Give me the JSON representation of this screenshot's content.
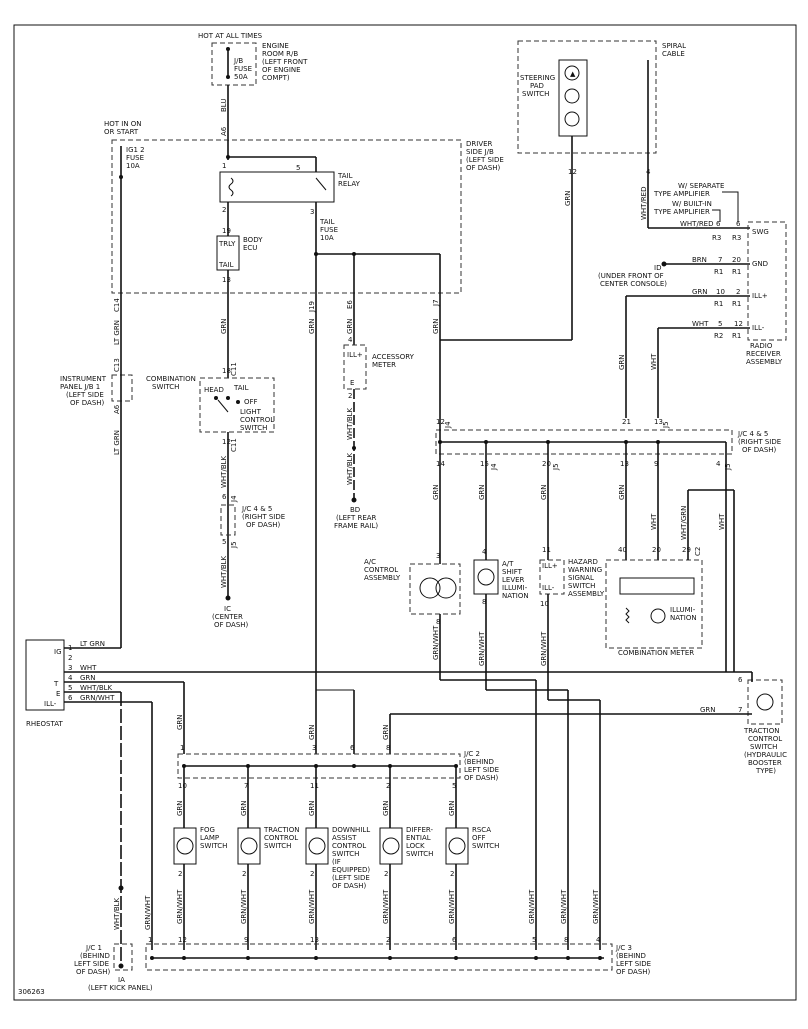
{
  "figure_id": "306263",
  "labels": {
    "hot_at_all_times": "HOT AT ALL TIMES",
    "engine_room_rb": [
      "ENGINE",
      "ROOM R/B",
      "(LEFT FRONT",
      "OF ENGINE",
      "COMPT)"
    ],
    "jb_fuse": [
      "J/B",
      "FUSE",
      "50A"
    ],
    "hot_in_on": [
      "HOT IN ON",
      "OR START"
    ],
    "ig1_fuse": [
      "IG1 2",
      "FUSE",
      "10A"
    ],
    "driver_side_jb": [
      "DRIVER",
      "SIDE J/B",
      "(LEFT SIDE",
      "OF DASH)"
    ],
    "tail_relay": [
      "TAIL",
      "RELAY"
    ],
    "tail_fuse": [
      "TAIL",
      "FUSE",
      "10A"
    ],
    "body_ecu": [
      "BODY",
      "ECU"
    ],
    "trly": "TRLY",
    "tail": "TAIL",
    "spiral_cable": [
      "SPIRAL",
      "CABLE"
    ],
    "steering_pad_switch": [
      "STEERING",
      "PAD",
      "SWITCH"
    ],
    "amp_separate": [
      "W/ SEPARATE",
      "TYPE AMPLIFIER"
    ],
    "amp_builtin": [
      "W/ BUILT-IN",
      "TYPE AMPLIFIER"
    ],
    "radio_receiver": [
      "RADIO",
      "RECEIVER",
      "ASSEMBLY"
    ],
    "radio_pins": [
      "SWG",
      "GND",
      "ILL+",
      "ILL-"
    ],
    "ground_id": [
      "ID",
      "(UNDER FRONT OF",
      "CENTER CONSOLE)"
    ],
    "instrument_panel_jb": [
      "INSTRUMENT",
      "PANEL J/B 1",
      "(LEFT SIDE",
      "OF DASH)"
    ],
    "combination_switch": [
      "COMBINATION",
      "SWITCH"
    ],
    "head": "HEAD",
    "off": "OFF",
    "light_control": [
      "LIGHT",
      "CONTROL",
      "SWITCH"
    ],
    "accessory_meter": [
      "ACCESSORY",
      "METER"
    ],
    "ill_plus": "ILL+",
    "ill_minus": "ILL-",
    "e": "E",
    "ground_bd": [
      "BD",
      "(LEFT REAR",
      "FRAME RAIL)"
    ],
    "jc45_right": [
      "J/C 4 & 5",
      "(RIGHT SIDE",
      "OF DASH)"
    ],
    "jc45_right_b": [
      "J/C 4 & 5",
      "(RIGHT SIDE",
      "OF DASH)"
    ],
    "ground_ic": [
      "IC",
      "(CENTER",
      "OF DASH)"
    ],
    "ac_control": [
      "A/C",
      "CONTROL",
      "ASSEMBLY"
    ],
    "at_shift": [
      "A/T",
      "SHIFT",
      "LEVER",
      "ILLUMI-",
      "NATION"
    ],
    "hazard": [
      "HAZARD",
      "WARNING",
      "SIGNAL",
      "SWITCH",
      "ASSEMBLY"
    ],
    "illumination": [
      "ILLUMI-",
      "NATION"
    ],
    "combination_meter": "COMBINATION METER",
    "rheostat": "RHEOSTAT",
    "rheostat_pins": [
      "IG",
      "",
      "",
      "T",
      "E",
      "ILL-"
    ],
    "traction_control_hyd": [
      "TRACTION",
      "CONTROL",
      "SWITCH",
      "(HYDRAULIC",
      "BOOSTER",
      "TYPE)"
    ],
    "jc2": [
      "J/C 2",
      "(BEHIND",
      "LEFT SIDE",
      "OF DASH)"
    ],
    "fog_lamp": [
      "FOG",
      "LAMP",
      "SWITCH"
    ],
    "traction_control": [
      "TRACTION",
      "CONTROL",
      "SWITCH"
    ],
    "downhill": [
      "DOWNHILL",
      "ASSIST",
      "CONTROL",
      "SWITCH",
      "(IF",
      "EQUIPPED)",
      "(LEFT SIDE",
      "OF DASH)"
    ],
    "diff_lock": [
      "DIFFER-",
      "ENTIAL",
      "LOCK",
      "SWITCH"
    ],
    "rsca": [
      "RSCA",
      "OFF",
      "SWITCH"
    ],
    "jc1": [
      "J/C 1",
      "(BEHIND",
      "LEFT SIDE",
      "OF DASH)"
    ],
    "jc3": [
      "J/C 3",
      "(BEHIND",
      "LEFT SIDE",
      "OF DASH)"
    ],
    "ground_ia": "IA",
    "ground_ia_loc": "(LEFT KICK PANEL)"
  },
  "wires": {
    "blu": "BLU",
    "lt_grn": "LT GRN",
    "grn": "GRN",
    "wht": "WHT",
    "wht_blk": "WHT/BLK",
    "grn_wht": "GRN/WHT",
    "wht_red": "WHT/RED",
    "brn": "BRN",
    "wht_grn": "WHT/GRN"
  },
  "pins": {
    "a6": "A6",
    "c14": "C14",
    "c13": "C13",
    "a6b": "A6",
    "j19": "J19",
    "e6": "E6",
    "j7": "J7",
    "c11a": "C11",
    "c11b": "C11",
    "j4": "J4",
    "j5": "J5",
    "r3": "R3",
    "r1": "R1",
    "r2": "R2",
    "c2": "C2",
    "n1": "1",
    "n2": "2",
    "n3": "3",
    "n4": "4",
    "n5": "5",
    "n6": "6",
    "n7": "7",
    "n8": "8",
    "n9": "9",
    "n10": "10",
    "n11": "11",
    "n12": "12",
    "n13": "13",
    "n14": "14",
    "n15": "15",
    "n16": "16",
    "n18": "18",
    "n19": "19",
    "n20": "20",
    "n21": "21",
    "n28": "28",
    "n29": "29",
    "n40": "40"
  }
}
